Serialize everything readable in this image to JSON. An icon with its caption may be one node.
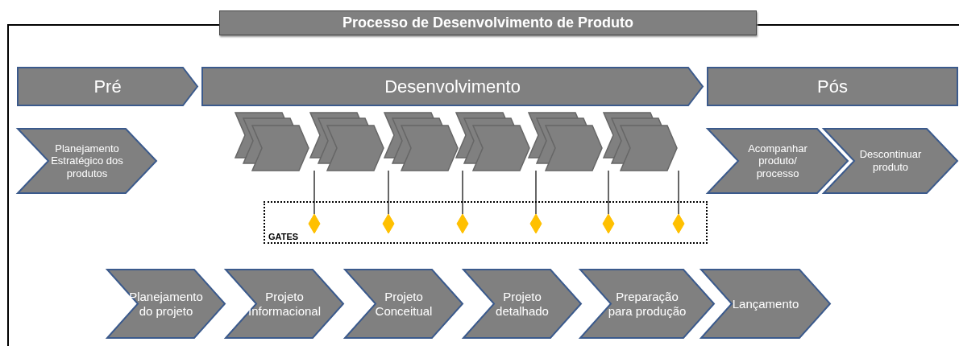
{
  "diagram": {
    "title": "Processo de Desenvolvimento de Produto",
    "nodes": [
      {
        "text": [
          "Pré"
        ]
      },
      {
        "text": [
          "Desenvolvimento"
        ]
      },
      {
        "text": [
          "Pós"
        ]
      },
      {
        "text": [
          "Planejamento Estratégico dos produtos"
        ]
      },
      {
        "text": [],
        "shape": "chevron"
      },
      {
        "text": [],
        "shape": "chevron"
      },
      {
        "text": [],
        "shape": "chevron"
      },
      {
        "text": [],
        "shape": "chevron"
      },
      {
        "text": [],
        "shape": "chevron"
      },
      {
        "text": [],
        "shape": "chevron"
      },
      {
        "text": [
          "Acompanhar produto/ processo"
        ]
      },
      {
        "text": [
          "Descontinuar produto"
        ]
      },
      {
        "text": [
          "GATES"
        ]
      },
      {
        "text": [],
        "shape": "diamond",
        "in": 12
      },
      {
        "text": [],
        "shape": "diamond",
        "in": 12
      },
      {
        "text": [],
        "shape": "diamond",
        "in": 12
      },
      {
        "text": [],
        "shape": "diamond",
        "in": 12
      },
      {
        "text": [],
        "shape": "diamond",
        "in": 12
      },
      {
        "text": [],
        "shape": "diamond",
        "in": 12
      },
      {
        "text": [
          "Planejamento do projeto"
        ]
      },
      {
        "text": [
          "Projeto Informacional"
        ]
      },
      {
        "text": [
          "Projeto Conceitual"
        ]
      },
      {
        "text": [
          "Projeto detalhado"
        ]
      },
      {
        "text": [
          "Preparação para produção"
        ]
      },
      {
        "text": [
          "Lançamento"
        ]
      }
    ],
    "edges": [
      {
        "from": 4,
        "to": 13,
        "arrow": "none"
      },
      {
        "from": 5,
        "to": 14,
        "arrow": "none"
      },
      {
        "from": 6,
        "to": 15,
        "arrow": "none"
      },
      {
        "from": 7,
        "to": 16,
        "arrow": "none"
      },
      {
        "from": 8,
        "to": 17,
        "arrow": "none"
      },
      {
        "from": 9,
        "to": 18,
        "arrow": "none"
      }
    ]
  }
}
